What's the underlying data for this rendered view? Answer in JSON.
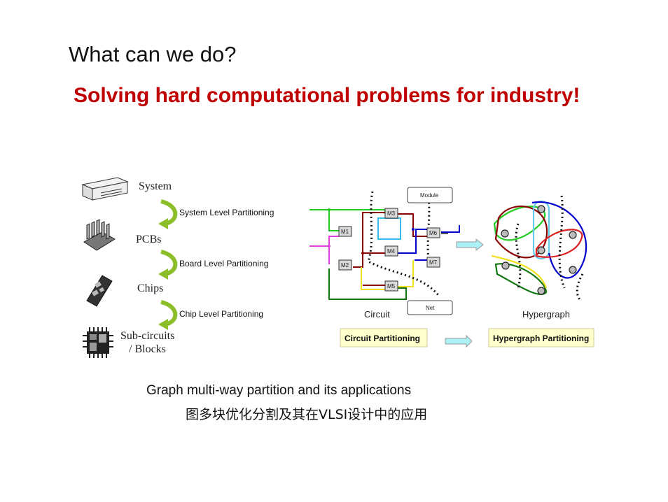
{
  "slide": {
    "title": "What can we do?",
    "subtitle": "Solving hard computational problems for industry!",
    "subtitle_color": "#c00000"
  },
  "hierarchy": {
    "levels": [
      "System",
      "PCBs",
      "Chips",
      "Sub-circuits",
      "/ Blocks"
    ],
    "partitions": [
      "System Level Partitioning",
      "Board Level Partitioning",
      "Chip Level Partitioning"
    ]
  },
  "circuit": {
    "modules": [
      "M1",
      "M2",
      "M3",
      "M4",
      "M5",
      "M6",
      "M7"
    ],
    "callout_module": "Module",
    "callout_net": "Net",
    "label": "Circuit",
    "box_label": "Circuit Partitioning"
  },
  "hypergraph": {
    "label": "Hypergraph",
    "box_label": "Hypergraph Partitioning"
  },
  "caption": {
    "line1": "Graph multi-way partition and its applications",
    "line2": "图多块优化分割及其在VLSI设计中的应用"
  }
}
